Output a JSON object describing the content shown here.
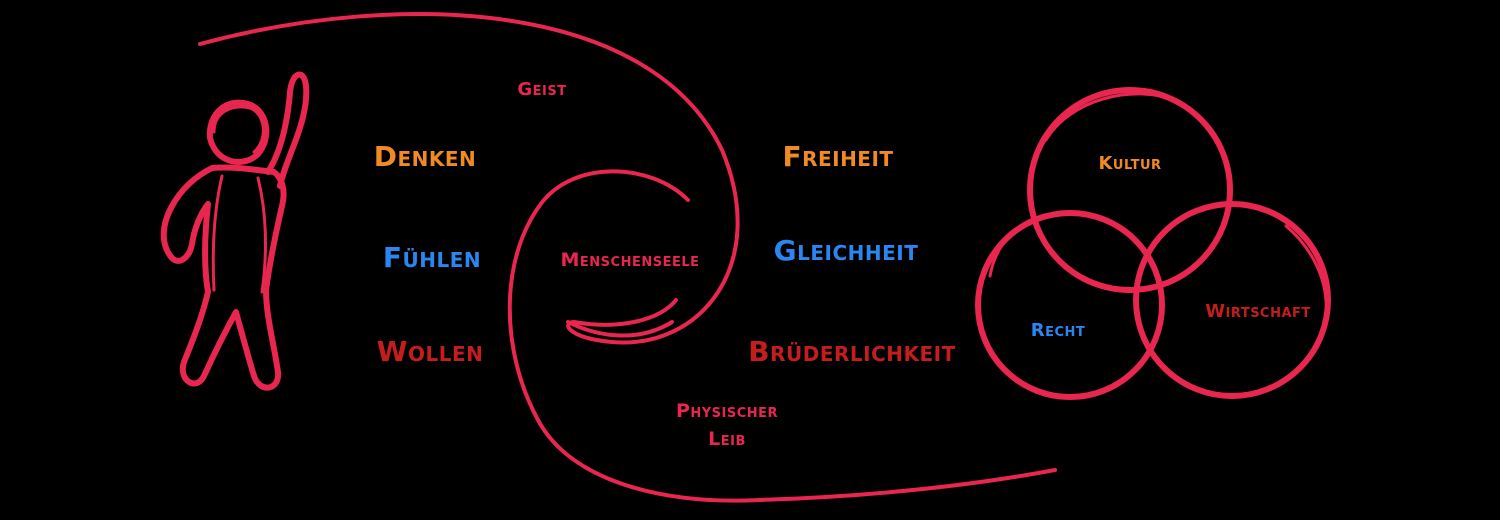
{
  "colors": {
    "background": "#000000",
    "line": "#e8264f",
    "orange": "#f08a24",
    "blue": "#2a86f0",
    "red": "#c41d1d",
    "pink": "#e8264f"
  },
  "icons": {
    "person": "person-waving-icon"
  },
  "soul": {
    "spirit": "Geist",
    "center": "Menschenseele",
    "body_line1": "Physischer",
    "body_line2": "Leib"
  },
  "faculties": {
    "thinking": "Denken",
    "feeling": "Fühlen",
    "willing": "Wollen"
  },
  "ideals": {
    "liberty": "Freiheit",
    "equality": "Gleichheit",
    "fraternity": "Brüderlichkeit"
  },
  "spheres": {
    "culture": "Kultur",
    "law": "Recht",
    "economy": "Wirtschaft"
  }
}
